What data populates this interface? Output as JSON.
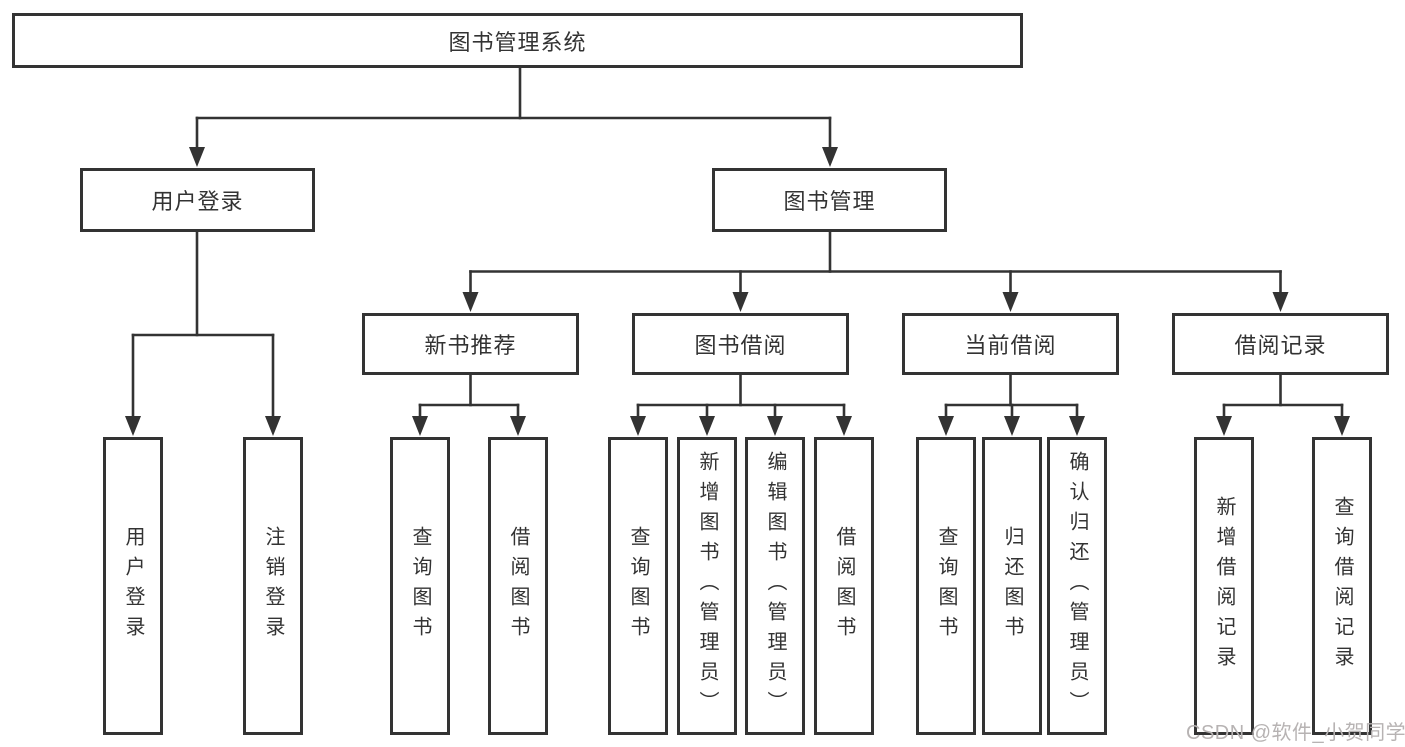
{
  "tree": {
    "root": {
      "label": "图书管理系统"
    },
    "children": [
      {
        "label": "用户登录",
        "children": [
          {
            "label": "用户登录"
          },
          {
            "label": "注销登录"
          }
        ]
      },
      {
        "label": "图书管理",
        "children": [
          {
            "label": "新书推荐",
            "children": [
              {
                "label": "查询图书"
              },
              {
                "label": "借阅图书"
              }
            ]
          },
          {
            "label": "图书借阅",
            "children": [
              {
                "label": "查询图书"
              },
              {
                "label": "新增图书（管理员）"
              },
              {
                "label": "编辑图书（管理员）"
              },
              {
                "label": "借阅图书"
              }
            ]
          },
          {
            "label": "当前借阅",
            "children": [
              {
                "label": "查询图书"
              },
              {
                "label": "归还图书"
              },
              {
                "label": "确认归还（管理员）"
              }
            ]
          },
          {
            "label": "借阅记录",
            "children": [
              {
                "label": "新增借阅记录"
              },
              {
                "label": "查询借阅记录"
              }
            ]
          }
        ]
      }
    ]
  },
  "watermark": "CSDN @软件_小贺同学",
  "colors": {
    "line": "#333333",
    "border": "#333333",
    "text": "#333333",
    "background": "#ffffff",
    "watermark": "#b7b3b3"
  }
}
